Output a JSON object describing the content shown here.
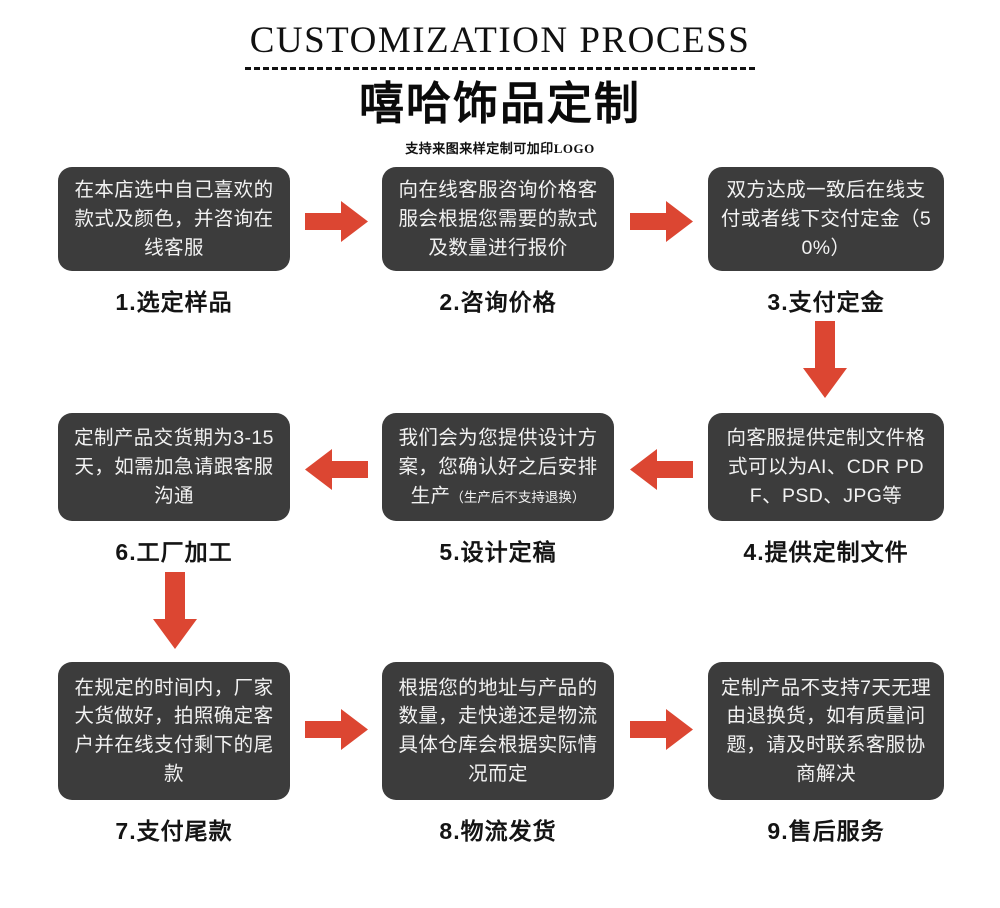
{
  "header": {
    "title_en": "CUSTOMIZATION PROCESS",
    "title_cn": "嘻哈饰品定制",
    "subtitle": "支持来图来样定制可加印LOGO"
  },
  "colors": {
    "box_bg": "#3c3c3c",
    "box_text": "#f2f2f2",
    "arrow": "#dc4632",
    "caption": "#141414",
    "page_bg": "#ffffff"
  },
  "steps": [
    {
      "number": "1",
      "body": "在本店选中自己喜欢的款式及颜色，并咨询在线客服",
      "caption": "1.选定样品"
    },
    {
      "number": "2",
      "body": "向在线客服咨询价格客服会根据您需要的款式及数量进行报价",
      "caption": "2.咨询价格"
    },
    {
      "number": "3",
      "body": "双方达成一致后在线支付或者线下交付定金（50%）",
      "caption": "3.支付定金"
    },
    {
      "number": "4",
      "body": "向客服提供定制文件格式可以为AI、CDR PDF、PSD、JPG等",
      "caption": "4.提供定制文件"
    },
    {
      "number": "5",
      "body": "我们会为您提供设计方案，您确认好之后安排生产",
      "body_small": "（生产后不支持退换）",
      "caption": "5.设计定稿"
    },
    {
      "number": "6",
      "body": "定制产品交货期为3-15天，如需加急请跟客服沟通",
      "caption": "6.工厂加工"
    },
    {
      "number": "7",
      "body": "在规定的时间内，厂家大货做好，拍照确定客户并在线支付剩下的尾款",
      "caption": "7.支付尾款"
    },
    {
      "number": "8",
      "body": "根据您的地址与产品的数量，走快递还是物流具体仓库会根据实际情况而定",
      "caption": "8.物流发货"
    },
    {
      "number": "9",
      "body": "定制产品不支持7天无理由退换货，如有质量问题，请及时联系客服协商解决",
      "caption": "9.售后服务"
    }
  ],
  "arrows": [
    {
      "name": "arrow-step1-to-step2",
      "direction": "right"
    },
    {
      "name": "arrow-step2-to-step3",
      "direction": "right"
    },
    {
      "name": "arrow-step3-to-step4",
      "direction": "down"
    },
    {
      "name": "arrow-step4-to-step5",
      "direction": "left"
    },
    {
      "name": "arrow-step5-to-step6",
      "direction": "left"
    },
    {
      "name": "arrow-step6-to-step7",
      "direction": "down"
    },
    {
      "name": "arrow-step7-to-step8",
      "direction": "right"
    },
    {
      "name": "arrow-step8-to-step9",
      "direction": "right"
    }
  ]
}
